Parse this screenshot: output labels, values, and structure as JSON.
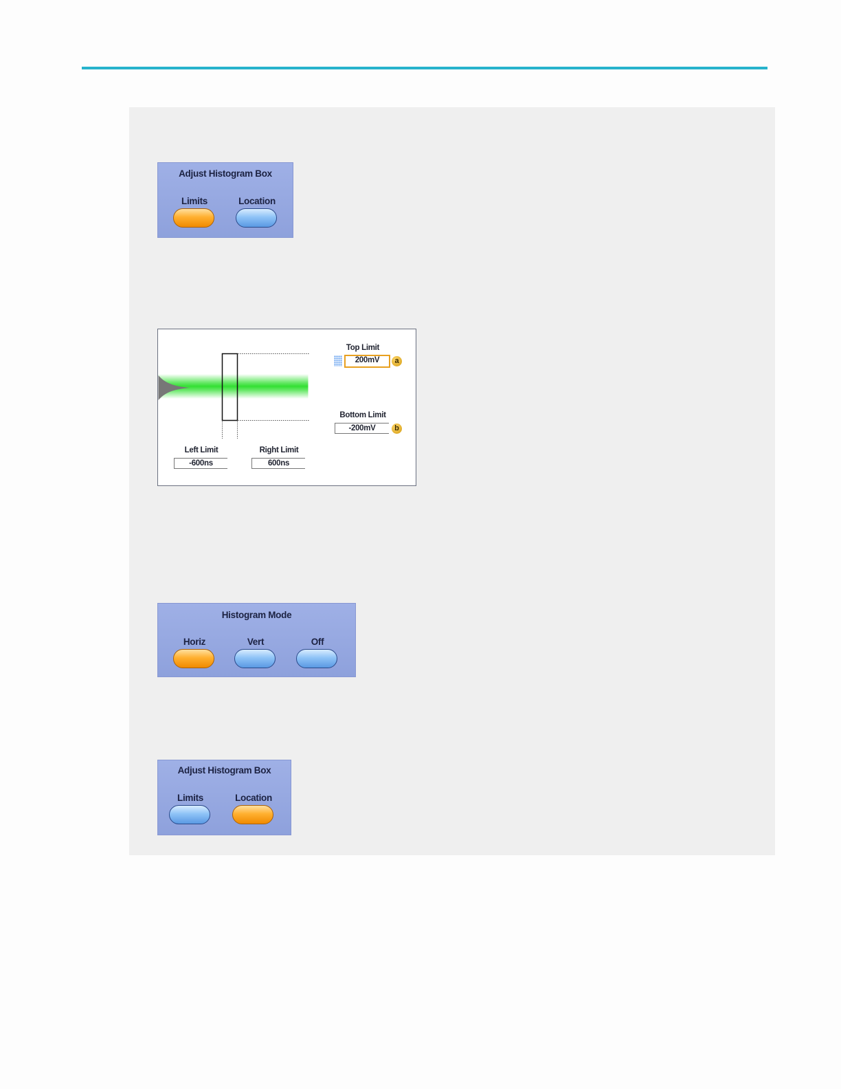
{
  "menu_adjust_1": {
    "title": "Adjust Histogram Box",
    "buttons": [
      {
        "label": "Limits",
        "state": "selected"
      },
      {
        "label": "Location",
        "state": "unselected"
      }
    ]
  },
  "histogram_panel": {
    "top_limit_label": "Top Limit",
    "top_limit_value": "200mV",
    "top_limit_tag": "a",
    "bottom_limit_label": "Bottom Limit",
    "bottom_limit_value": "-200mV",
    "bottom_limit_tag": "b",
    "left_limit_label": "Left Limit",
    "left_limit_value": "-600ns",
    "right_limit_label": "Right Limit",
    "right_limit_value": "600ns"
  },
  "menu_mode": {
    "title": "Histogram Mode",
    "buttons": [
      {
        "label": "Horiz",
        "state": "selected"
      },
      {
        "label": "Vert",
        "state": "unselected"
      },
      {
        "label": "Off",
        "state": "unselected"
      }
    ]
  },
  "menu_adjust_2": {
    "title": "Adjust Histogram Box",
    "buttons": [
      {
        "label": "Limits",
        "state": "unselected"
      },
      {
        "label": "Location",
        "state": "selected"
      }
    ]
  },
  "colors": {
    "accent_rule": "#27b3cc",
    "selected_button": "#ffb030",
    "unselected_button": "#8fc3f7",
    "waveform": "#33e033"
  }
}
